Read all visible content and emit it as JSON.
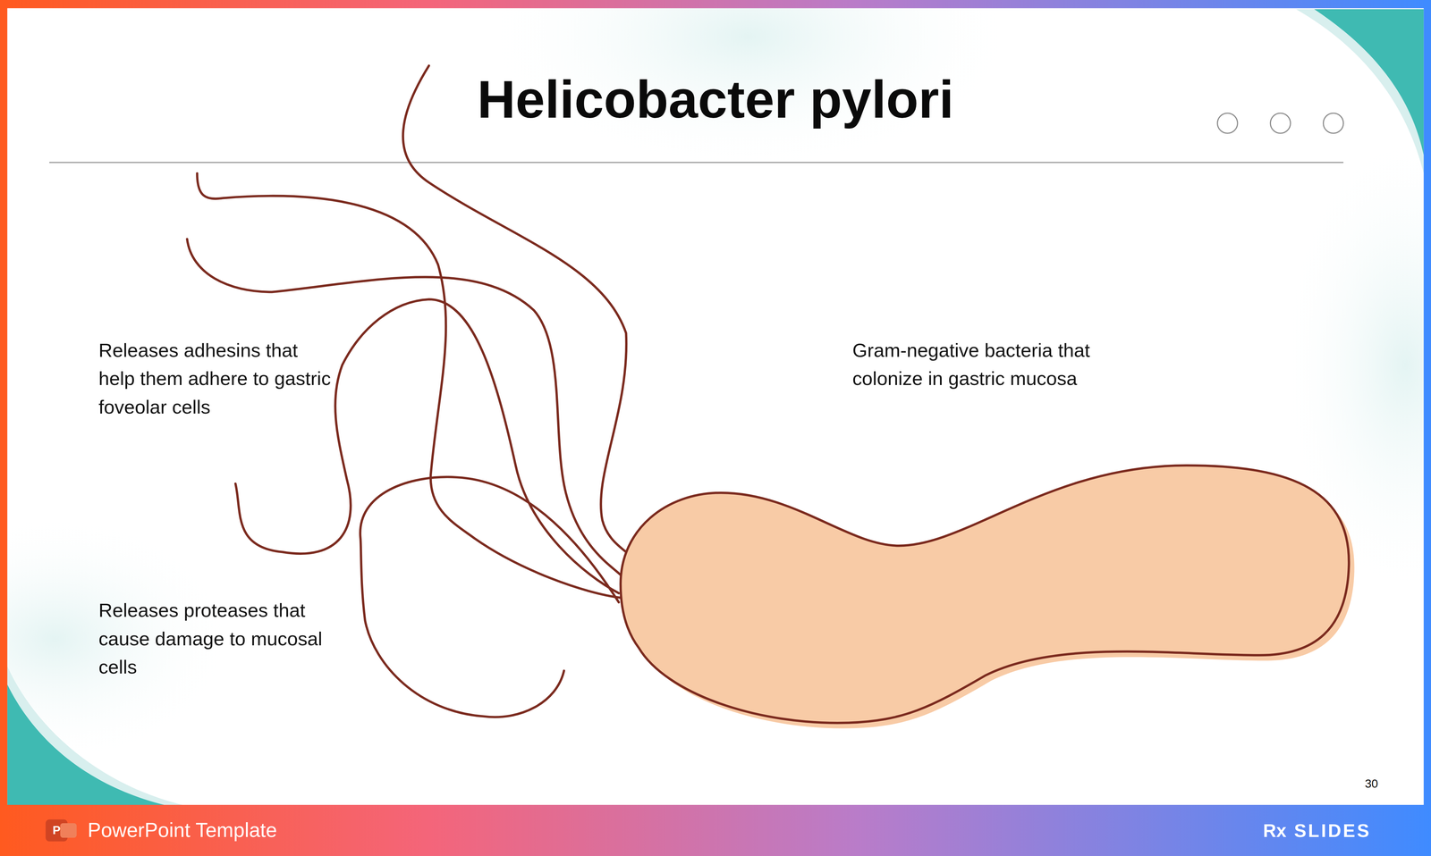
{
  "diagram": {
    "title": "Helicobacter pylori",
    "labels": [
      "Releases adhesins that help them adhere to gastric foveolar cells",
      "Gram-negative bacteria that colonize in gastric mucosa",
      "Releases proteases that cause damage to mucosal cells",
      "30",
      "P",
      "PowerPoint Template",
      "Rx",
      "SLIDES"
    ]
  }
}
